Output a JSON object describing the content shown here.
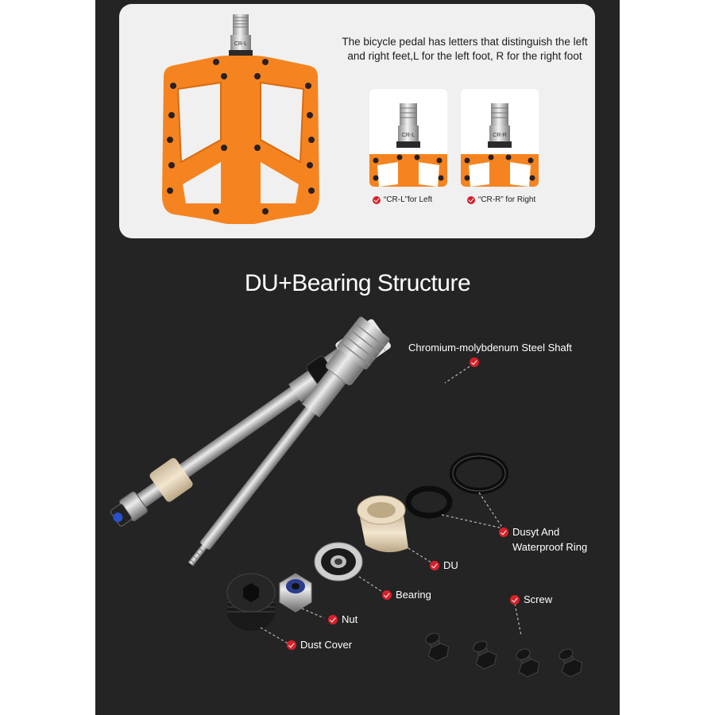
{
  "top_card": {
    "note": "The bicycle pedal has letters that distinguish the left and right feet,L for the left foot, R for the right foot",
    "pedal_stamp": "CR-L",
    "thumb_left": {
      "stamp": "CR-L",
      "caption": "“CR-L”for Left"
    },
    "thumb_right": {
      "stamp": "CR-R",
      "caption": "“CR-R” for Right"
    }
  },
  "section": {
    "title": "DU+Bearing Structure",
    "labels": {
      "shaft": "Chromium-molybdenum Steel Shaft",
      "ring_line1": "Dusyt And",
      "ring_line2": "Waterproof Ring",
      "du": "DU",
      "bearing": "Bearing",
      "nut": "Nut",
      "dust_cover": "Dust Cover",
      "screw": "Screw"
    }
  },
  "colors": {
    "pedal_orange": "#f58420",
    "background_dark": "#242424",
    "card_light": "#f0f0f0",
    "check_red": "#d8202a"
  }
}
